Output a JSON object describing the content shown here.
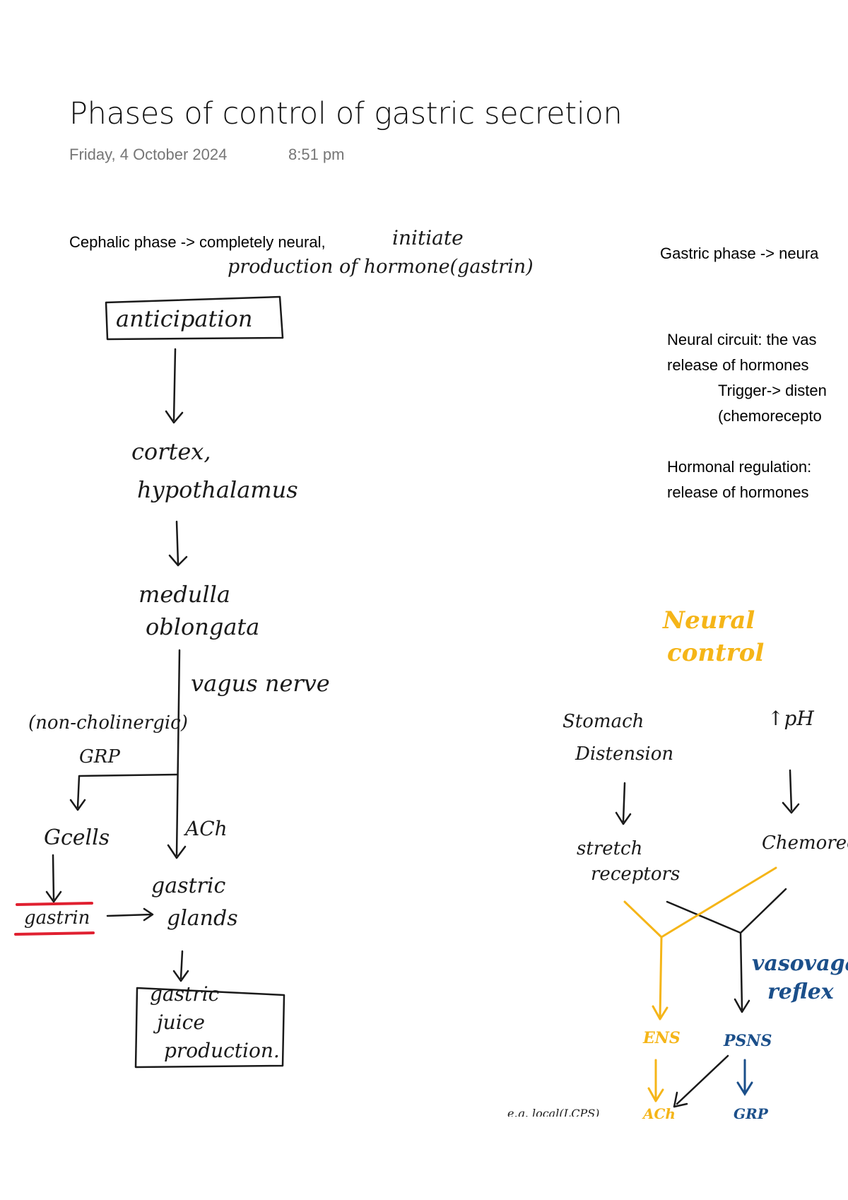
{
  "page": {
    "title": "Phases of control of gastric secretion",
    "date": "Friday, 4 October 2024",
    "time": "8:51 pm"
  },
  "cephalic": {
    "heading": "Cephalic phase -> completely neural,",
    "note_line1": "initiate",
    "note_line2": "production of hormone(gastrin)",
    "anticipation": "anticipation",
    "cortex": "cortex,",
    "hypothalamus": "hypothalamus",
    "medulla": "medulla",
    "oblongata": "oblongata",
    "vagus": "vagus nerve",
    "noncholinergic": "(non-cholinergic)",
    "grp": "GRP",
    "gcells": "Gcells",
    "ach": "ACh",
    "gastrin": "gastrin",
    "gastric": "gastric",
    "glands": "glands",
    "juice1": "gastric",
    "juice2": "juice",
    "juice3": "production."
  },
  "gastric": {
    "heading": "Gastric phase -> neura",
    "neural_line1": "Neural circuit: the vas",
    "neural_line2": "release of hormones",
    "trigger_line1": "Trigger-> disten",
    "trigger_line2": "(chemorecepto",
    "hormonal_line1": "Hormonal regulation:",
    "hormonal_line2": "release of hormones",
    "neural_control1": "Neural",
    "neural_control2": "control",
    "stomach": "Stomach",
    "distension": "Distension",
    "ph": "↑pH",
    "stretch": "stretch",
    "receptors": "receptors",
    "chemo": "Chemorec",
    "vasovagal1": "vasovaga",
    "vasovagal2": "reflex",
    "ens": "ENS",
    "psns": "PSNS",
    "ach": "ACh",
    "grp": "GRP",
    "cut_text": "e.g. local(LCPS)"
  },
  "colors": {
    "ink": "#1a1a1a",
    "yellow": "#f5b518",
    "blue": "#1b4f8a",
    "red": "#e02030",
    "meta": "#767676"
  }
}
